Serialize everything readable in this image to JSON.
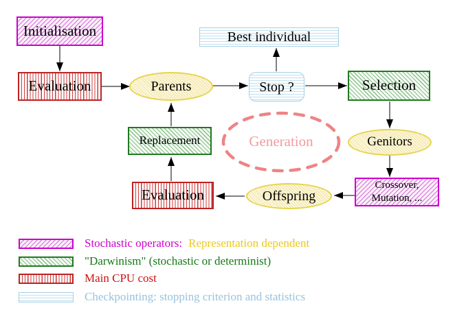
{
  "nodes": {
    "initialisation": "Initialisation",
    "evaluation_top": "Evaluation",
    "parents": "Parents",
    "best_individual": "Best individual",
    "stop": "Stop ?",
    "selection": "Selection",
    "replacement": "Replacement",
    "generation": "Generation",
    "genitors": "Genitors",
    "evaluation_bottom": "Evaluation",
    "offspring": "Offspring",
    "crossover_line1": "Crossover,",
    "crossover_line2": "Mutation, ..."
  },
  "legend": {
    "stochastic_label": "Stochastic operators:",
    "representation_label": "Representation dependent",
    "darwinism_label": "\"Darwinism\" (stochastic or determinist)",
    "cpu_label": "Main CPU cost",
    "checkpointing_label": "Checkpointing: stopping criterion and statistics"
  },
  "colors": {
    "magenta_accent": "#cc00cc",
    "green_accent": "#1e7a1e",
    "red_accent": "#bb2222",
    "cyan_accent": "#a5cfe3",
    "yellow_accent": "#e6d44e",
    "legend_yellow_text": "#ecc81e",
    "legend_cyan_text": "#97c3de",
    "salmon_accent": "#ee8484",
    "node_text": "#000000"
  }
}
